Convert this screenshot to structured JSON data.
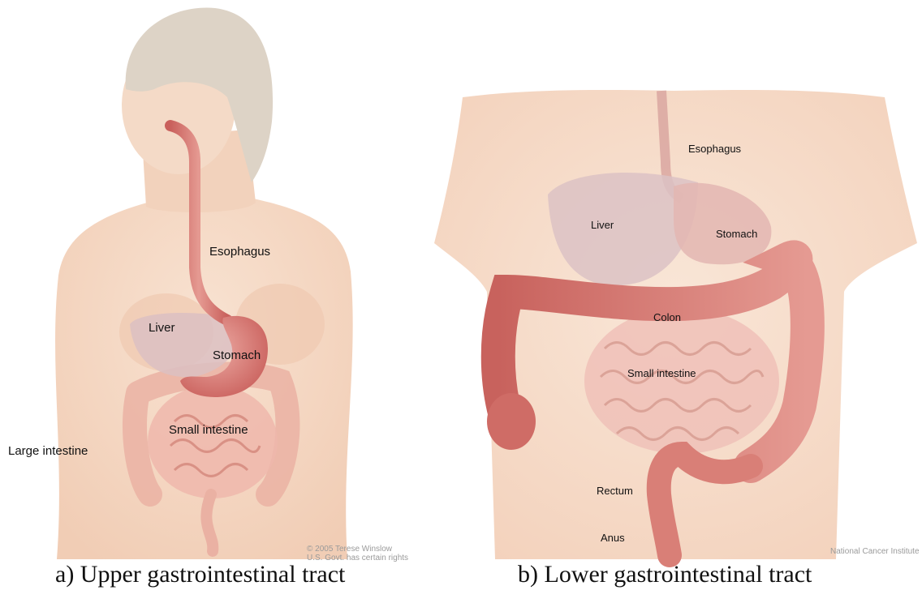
{
  "panel_a": {
    "caption": "a) Upper gastrointestinal tract",
    "labels": {
      "esophagus": "Esophagus",
      "liver": "Liver",
      "stomach": "Stomach",
      "small_intestine": "Small intestine",
      "large_intestine": "Large intestine"
    },
    "credit_line1": "© 2005 Terese Winslow",
    "credit_line2": "U.S. Govt. has certain rights"
  },
  "panel_b": {
    "caption": "b) Lower gastrointestinal tract",
    "labels": {
      "esophagus": "Esophagus",
      "liver": "Liver",
      "stomach": "Stomach",
      "colon": "Colon",
      "small_intestine": "Small intestine",
      "rectum": "Rectum",
      "anus": "Anus"
    },
    "credit": "National Cancer Institute"
  },
  "colors": {
    "skin": "#f3d4bd",
    "organ_pink": "#e9a39b",
    "stomach": "#d9726e",
    "liver": "#d9b7b7",
    "hair": "#d9cfc2"
  }
}
